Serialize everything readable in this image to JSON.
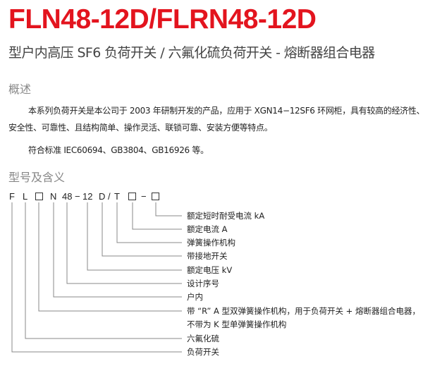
{
  "title": "FLN48-12D/FLRN48-12D",
  "subtitle": "型户内高压 SF6 负荷开关 / 六氟化硫负荷开关 - 熔断器组合电器",
  "overview": {
    "heading": "概述",
    "para1_line1": "本系列负荷开关是本公司于 2003 年研制开发的产品，应用于 XGN14−12SF6 环网柜，具有较高的经济性、",
    "para1_line2": "安全性、可靠性、且结构简单、操作灵活、联锁可靠、安装方便等特点。",
    "para2": "符合标准 IEC60694、GB3804、GB16926 等。"
  },
  "model": {
    "heading": "型号及含义",
    "code": [
      "F",
      "L",
      "N",
      "48",
      "−",
      "12",
      "D",
      "/",
      "T",
      "−"
    ],
    "labels": [
      "额定短时耐受电流 kA",
      "额定电流 A",
      "弹簧操作机构",
      "带接地开关",
      "额定电压 kV",
      "设计序号",
      "户内",
      "带 “R” A 型双弹簧操作机构，用于负荷开关 + 熔断器组合电器，",
      "不带为 K 型单弹簧操作机构",
      "六氟化硫",
      "负荷开关"
    ]
  }
}
